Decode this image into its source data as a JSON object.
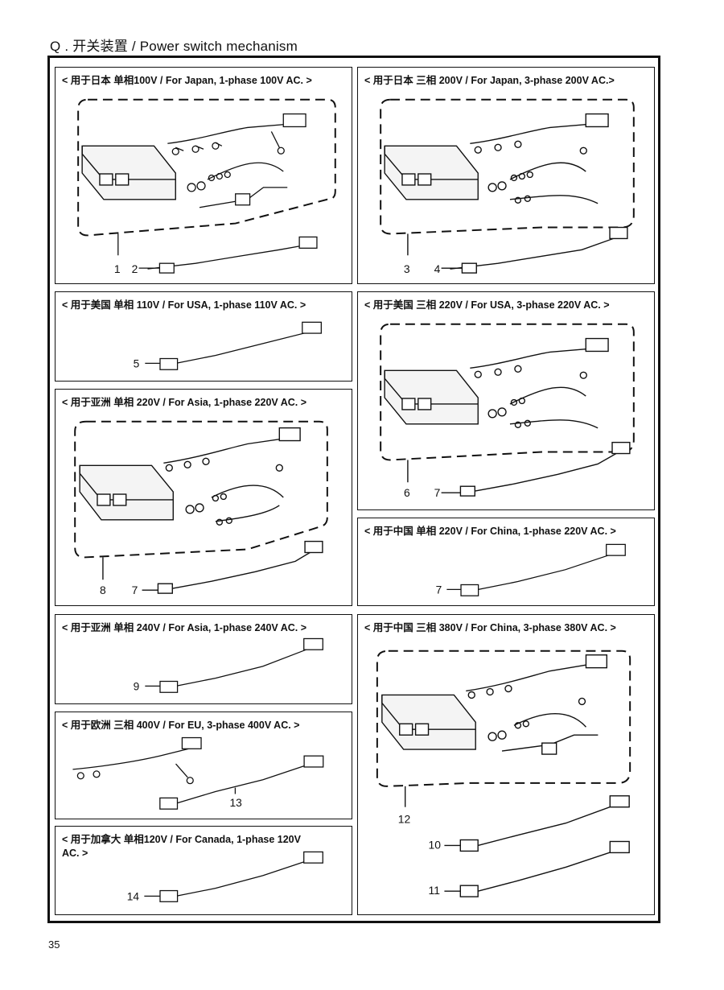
{
  "page": {
    "title": "Q . 开关装置 / Power switch mechanism",
    "page_number": "35"
  },
  "panels": [
    {
      "title": "< 用于日本 单相100V / For Japan, 1-phase 100V AC. >",
      "callouts": [
        "1",
        "2"
      ]
    },
    {
      "title": "< 用于日本 三相 200V / For Japan, 3-phase 200V AC.>",
      "callouts": [
        "3",
        "4"
      ]
    },
    {
      "title": "< 用于美国 单相 110V / For USA, 1-phase 110V AC. >",
      "callouts": [
        "5"
      ]
    },
    {
      "title": "< 用于美国 三相 220V / For USA, 3-phase 220V AC. >",
      "callouts": [
        "6",
        "7"
      ]
    },
    {
      "title": "< 用于亚洲 单相 220V / For Asia, 1-phase 220V AC. >",
      "callouts": [
        "8",
        "7"
      ]
    },
    {
      "title": "< 用于中国 单相 220V / For China, 1-phase 220V AC. >",
      "callouts": [
        "7"
      ]
    },
    {
      "title": "< 用于亚洲 单相 240V / For Asia, 1-phase 240V AC. >",
      "callouts": [
        "9"
      ]
    },
    {
      "title": "< 用于中国 三相 380V / For China, 3-phase 380V AC. >",
      "callouts": [
        "12",
        "10",
        "11"
      ]
    },
    {
      "title": "< 用于欧洲 三相 400V / For EU, 3-phase 400V AC. >",
      "callouts": [
        "13"
      ]
    },
    {
      "title": "< 用于加拿大 单相120V / For Canada, 1-phase 120V AC. >",
      "callouts": [
        "14"
      ]
    }
  ]
}
